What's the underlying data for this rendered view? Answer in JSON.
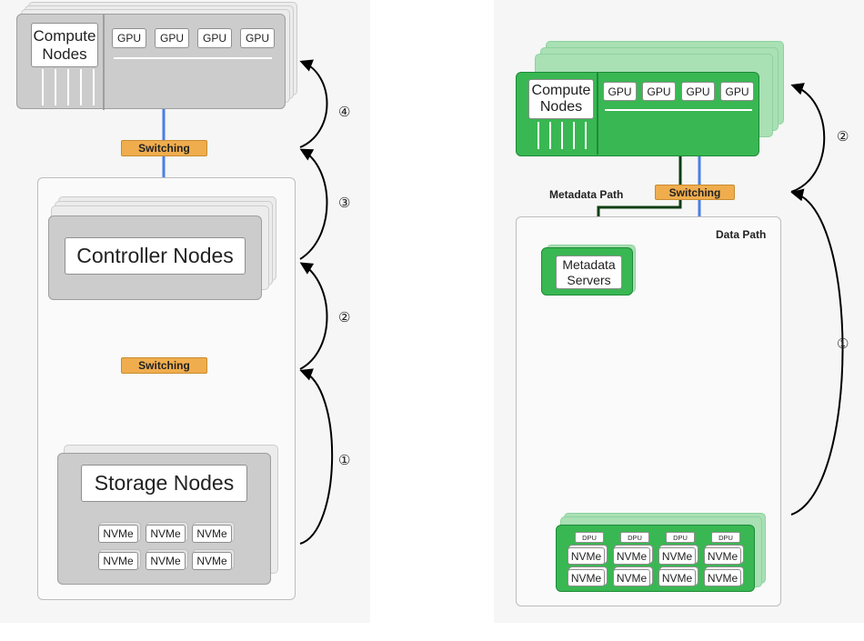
{
  "left": {
    "compute_nodes": "Compute\nNodes",
    "gpus": [
      "GPU",
      "GPU",
      "GPU",
      "GPU"
    ],
    "switch_top": "Switching",
    "controller_nodes": "Controller Nodes",
    "switch_bottom": "Switching",
    "storage_nodes": "Storage Nodes",
    "nvme": [
      "NVMe",
      "NVMe",
      "NVMe",
      "NVMe",
      "NVMe",
      "NVMe"
    ],
    "steps": [
      "④",
      "③",
      "②",
      "①"
    ]
  },
  "right": {
    "compute_nodes": "Compute\nNodes",
    "gpus": [
      "GPU",
      "GPU",
      "GPU",
      "GPU"
    ],
    "switch": "Switching",
    "metadata_path": "Metadata Path",
    "data_path": "Data Path",
    "metadata_servers": "Metadata\nServers",
    "dpus": [
      "DPU",
      "DPU",
      "DPU",
      "DPU"
    ],
    "nvme": [
      "NVMe",
      "NVMe",
      "NVMe",
      "NVMe",
      "NVMe",
      "NVMe",
      "NVMe",
      "NVMe"
    ],
    "steps": [
      "②",
      "①"
    ]
  },
  "colors": {
    "node_gray": "#cccccc",
    "node_green": "#39b752",
    "data_link": "#4a7ee8",
    "metadata_link": "#0f3d14",
    "switch": "#f0ad4e"
  }
}
